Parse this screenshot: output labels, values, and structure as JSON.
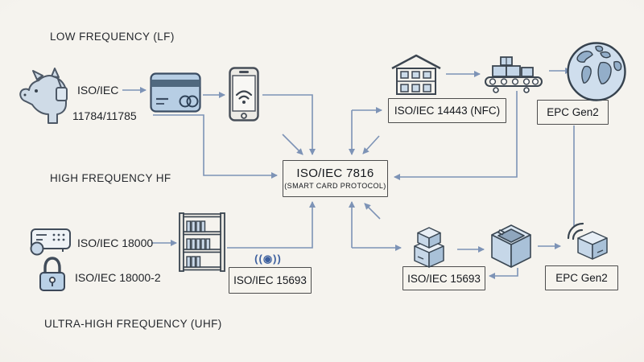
{
  "palette": {
    "background": "#f4f2ec",
    "connector": "#7d93b6",
    "icon_stroke": "#414c5a",
    "icon_fill": "#c7d7e8",
    "box_border": "#4c4c4c",
    "text": "#1d2127"
  },
  "sections": {
    "lf": "LOW FREQUENCY (LF)",
    "hf": "HIGH FREQUENCY HF",
    "uhf": "ULTRA-HIGH FREQUENCY (UHF)"
  },
  "labels": {
    "iso_iec": "ISO/IEC",
    "iso_11784_11785": "11784/11785",
    "iso_18000": "ISO/IEC 18000",
    "iso_18000_2": "ISO/IEC 18000-2"
  },
  "boxes": {
    "center_title": "ISO/IEC 7816",
    "center_subtitle": "(SMART CARD PROTOCOL)",
    "nfc": "ISO/IEC 14443 (NFC)",
    "epc_top": "EPC Gen2",
    "epc_bottom": "EPC Gen2",
    "iso15693_left": "ISO/IEC 15693",
    "iso15693_right": "ISO/IEC 15693"
  },
  "glyphs": {
    "rfid_signal": "((◉))"
  },
  "icons": {
    "animal": "horse-head-ear-tag-icon",
    "card": "credit-card-icon",
    "phone": "smartphone-nfc-icon",
    "warehouse": "warehouse-icon",
    "conveyor": "conveyor-belt-icon",
    "globe": "globe-icon",
    "shelf": "library-shelf-icon",
    "reader": "rfid-reader-icon",
    "lock": "padlock-icon",
    "stacked_boxes": "stacked-boxes-icon",
    "package": "open-package-icon",
    "tagged_package": "package-rfid-signal-icon"
  }
}
